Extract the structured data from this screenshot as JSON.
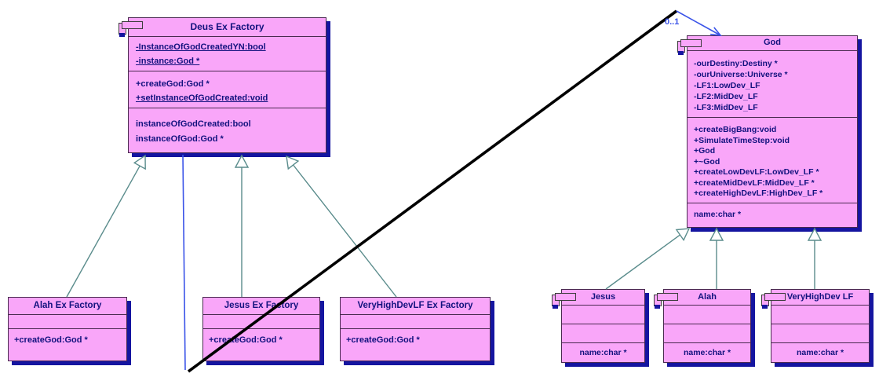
{
  "diagram": {
    "classes": {
      "deus_ex_factory": {
        "title": "Deus Ex Factory",
        "attributes": [
          "-InstanceOfGodCreatedYN:bool",
          "-instance:God *"
        ],
        "operations": [
          "+createGod:God *",
          "+setInstanceOfGodCreated:void"
        ],
        "properties": [
          "instanceOfGodCreated:bool",
          "instanceOfGod:God *"
        ]
      },
      "alah_ex_factory": {
        "title": "Alah Ex Factory",
        "operations": [
          "+createGod:God *"
        ]
      },
      "jesus_ex_factory": {
        "title": "Jesus Ex Factory",
        "operations": [
          "+createGod:God *"
        ]
      },
      "veryhighdevlf_ex_factory": {
        "title": "VeryHighDevLF Ex Factory",
        "operations": [
          "+createGod:God *"
        ]
      },
      "god": {
        "title": "God",
        "attributes": [
          "-ourDestiny:Destiny *",
          "-ourUniverse:Universe *",
          "-LF1:LowDev_LF",
          "-LF2:MidDev_LF",
          "-LF3:MidDev_LF"
        ],
        "operations": [
          "+createBigBang:void",
          "+SimulateTimeStep:void",
          "+God",
          "+~God",
          "+createLowDevLF:LowDev_LF *",
          "+createMidDevLF:MidDev_LF *",
          "+createHighDevLF:HighDev_LF *"
        ],
        "properties": [
          "name:char *"
        ]
      },
      "jesus": {
        "title": "Jesus",
        "properties": [
          "name:char *"
        ]
      },
      "alah": {
        "title": "Alah",
        "properties": [
          "name:char *"
        ]
      },
      "veryhighdev_lf": {
        "title": "VeryHighDev LF",
        "properties": [
          "name:char *"
        ]
      }
    },
    "labels": {
      "association_multiplicity": "0..1"
    },
    "colors": {
      "box_fill": "#F9A6F9",
      "box_border": "#4A2A50",
      "shadow": "#1515A0",
      "text": "#12127E",
      "inheritance_line": "#5A8C8C",
      "association_line": "#3A53E8",
      "crossing_line": "#000000"
    }
  }
}
